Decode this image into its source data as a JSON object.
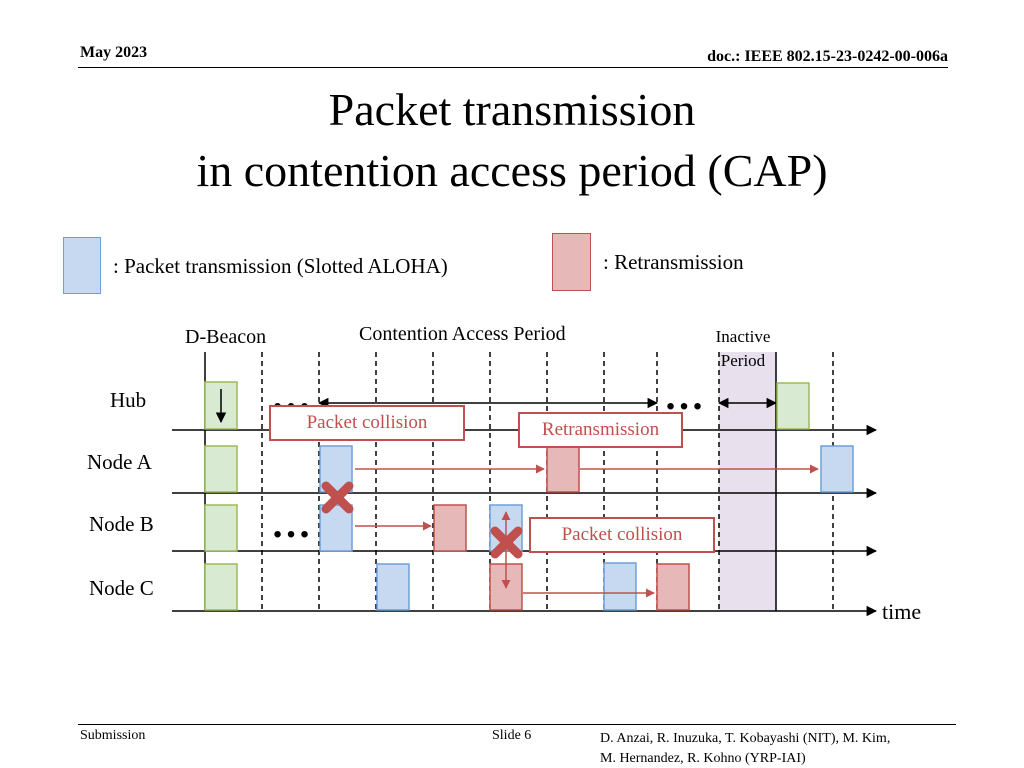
{
  "header": {
    "date": "May 2023",
    "doc": "doc.: IEEE 802.15-23-0242-00-006a"
  },
  "title": {
    "line1": "Packet transmission",
    "line2": "in contention access period (CAP)"
  },
  "legend": {
    "packet": ": Packet transmission (Slotted ALOHA)",
    "retransmission": ": Retransmission"
  },
  "diagram": {
    "d_beacon": "D-Beacon",
    "cap": "Contention Access Period",
    "inactive_line1": "Inactive",
    "inactive_line2": "Period",
    "rows": [
      "Hub",
      "Node A",
      "Node B",
      "Node C"
    ],
    "time_label": "time",
    "ellipsis": "…",
    "callout_collision_1": "Packet collision",
    "callout_retransmission": "Retransmission",
    "callout_collision_2": "Packet collision"
  },
  "colors": {
    "beacon_fill": "#d9ead3",
    "beacon_stroke": "#9bbb59",
    "packet_fill": "#c6d9f1",
    "packet_stroke": "#6f9fd8",
    "retx_fill": "#e6b8b7",
    "retx_stroke": "#c0504d",
    "inactive_fill": "#e8e0ec",
    "accent_red": "#c0504d"
  },
  "footer": {
    "left": "Submission",
    "slide": "Slide 6",
    "authors_line1": "D. Anzai, R. Inuzuka, T. Kobayashi (NIT), M. Kim,",
    "authors_line2": "M. Hernandez, R. Kohno (YRP-IAI)"
  }
}
